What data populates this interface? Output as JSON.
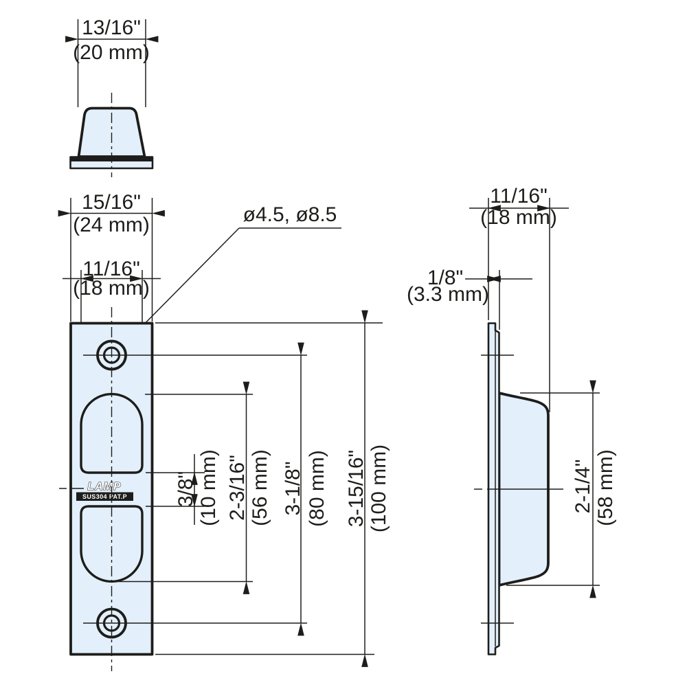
{
  "title": "Strike plate technical drawing",
  "branding": {
    "logo": "LAMP",
    "material": "SUS304 PAT.P"
  },
  "views": {
    "bolt_section": {
      "width_in": "13/16\"",
      "width_mm": "(20 mm)"
    },
    "front": {
      "plate_width_in": "15/16\"",
      "plate_width_mm": "(24 mm)",
      "cutout_width_in": "11/16\"",
      "cutout_width_mm": "(18 mm)",
      "hole_diameters": "ø4.5, ø8.5",
      "cutout_gap_in": "3/8\"",
      "cutout_gap_mm": "(10 mm)",
      "cutout_span_in": "2-3/16\"",
      "cutout_span_mm": "(56 mm)",
      "hole_pitch_in": "3-1/8\"",
      "hole_pitch_mm": "(80 mm)",
      "plate_height_in": "3-15/16\"",
      "plate_height_mm": "(100 mm)"
    },
    "side": {
      "box_depth_in": "11/16\"",
      "box_depth_mm": "(18 mm)",
      "plate_thickness_in": "1/8\"",
      "plate_thickness_mm": "(3.3 mm)",
      "box_height_in": "2-1/4\"",
      "box_height_mm": "(58 mm)"
    }
  },
  "colors": {
    "part_fill": "#e3effa",
    "line": "#1d1d1b"
  }
}
